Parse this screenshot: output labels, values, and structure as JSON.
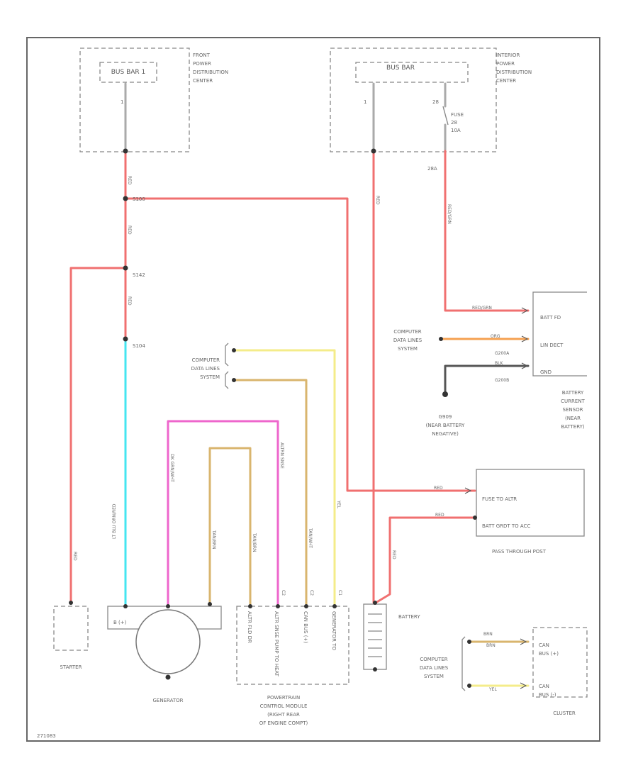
{
  "colors": {
    "red": "#f07070",
    "pink": "#ee66cc",
    "cyan": "#44e6f0",
    "yellow": "#f4ec8a",
    "tan": "#d9b56e",
    "orange": "#f5a050",
    "black": "#555555",
    "gray": "#aaaaaa"
  },
  "front_pdc": {
    "busbar": "BUS BAR 1",
    "pin": "1",
    "label_l1": "FRONT",
    "label_l2": "POWER",
    "label_l3": "DISTRIBUTION",
    "label_l4": "CENTER"
  },
  "interior_pdc": {
    "busbar": "BUS BAR",
    "pin1": "1",
    "pin2": "28",
    "fuse_l1": "FUSE",
    "fuse_l2": "28",
    "fuse_l3": "10A",
    "pin3": "28A",
    "label_l1": "INTERIOR",
    "label_l2": "POWER",
    "label_l3": "DISTRIBUTION",
    "label_l4": "CENTER"
  },
  "splices": {
    "s1": "S100",
    "s2": "S142",
    "s3": "S104"
  },
  "wires": {
    "red1": "RED",
    "red2": "RED",
    "red3": "RED",
    "redgrn": "RED/GRN",
    "cyan": "LT BLU ORN/RED",
    "pink": "DK GRN/WHT",
    "tan1": "TAN/BRN",
    "tan2": "TAN/BRN",
    "pinkv": "ALTRN SNSE",
    "tan3": "TAN/WHT",
    "yel": "YEL",
    "red_ptp1": "RED",
    "red_ptp2": "RED",
    "red_bat": "RED",
    "red_start": "RED",
    "org": "ORG",
    "blk": "BLK",
    "brn": "BRN",
    "brn_short": "BRN",
    "yel2": "YEL"
  },
  "computer_lines": {
    "l1": "COMPUTER",
    "l2": "DATA LINES",
    "l3": "SYSTEM"
  },
  "bcs": {
    "pin1": "BATT FD",
    "pin2": "LIN DECT",
    "pin3": "GND",
    "c1": "G200A",
    "c2": "G200B",
    "l1": "BATTERY",
    "l2": "CURRENT",
    "l3": "SENSOR",
    "l4": "(NEAR",
    "l5": "BATTERY)"
  },
  "ground": {
    "name": "G909",
    "l2": "(NEAR BATTERY",
    "l3": "NEGATIVE)"
  },
  "ptp": {
    "pin1": "FUSE TO ALTR",
    "pin2": "BATT GRDT TO ACC",
    "label": "PASS THROUGH POST"
  },
  "starter": {
    "label": "STARTER"
  },
  "generator": {
    "pin": "B (+)",
    "label": "GENERATOR"
  },
  "pcm": {
    "pin1": "ALTR FLD DR",
    "pin2": "ALTR SNSE PUMP TO HEAT",
    "pin3": "CAN BUS (+)",
    "pin4": "GENERATOR TO",
    "c1": "C2",
    "c2": "C2",
    "c3": "C1",
    "l1": "POWERTRAIN",
    "l2": "CONTROL MODULE",
    "l3": "(RIGHT REAR",
    "l4": "OF ENGINE COMPT)"
  },
  "battery": {
    "label": "BATTERY"
  },
  "cluster": {
    "pin1": "CAN",
    "pin1b": "BUS (+)",
    "pin2": "CAN",
    "pin2b": "BUS (-)",
    "label": "CLUSTER"
  },
  "footer_id": "271083"
}
